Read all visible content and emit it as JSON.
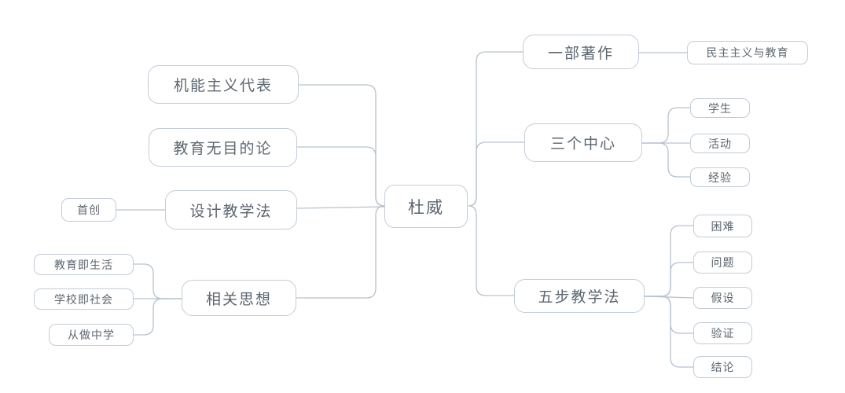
{
  "app": {
    "type": "mindmap",
    "background_color": "#ffffff",
    "line_color": "#b6c2cd",
    "node_border_color": "#c3ccd6",
    "text_color": "#5c6670"
  },
  "mindmap": {
    "root": {
      "label": "杜威"
    },
    "left": [
      {
        "label": "机能主义代表",
        "children": []
      },
      {
        "label": "教育无目的论",
        "children": []
      },
      {
        "label": "设计教学法",
        "children": [
          {
            "label": "首创"
          }
        ]
      },
      {
        "label": "相关思想",
        "children": [
          {
            "label": "教育即生活"
          },
          {
            "label": "学校即社会"
          },
          {
            "label": "从做中学"
          }
        ]
      }
    ],
    "right": [
      {
        "label": "一部著作",
        "children": [
          {
            "label": "民主主义与教育"
          }
        ]
      },
      {
        "label": "三个中心",
        "children": [
          {
            "label": "学生"
          },
          {
            "label": "活动"
          },
          {
            "label": "经验"
          }
        ]
      },
      {
        "label": "五步教学法",
        "children": [
          {
            "label": "困难"
          },
          {
            "label": "问题"
          },
          {
            "label": "假设"
          },
          {
            "label": "验证"
          },
          {
            "label": "结论"
          }
        ]
      }
    ]
  }
}
